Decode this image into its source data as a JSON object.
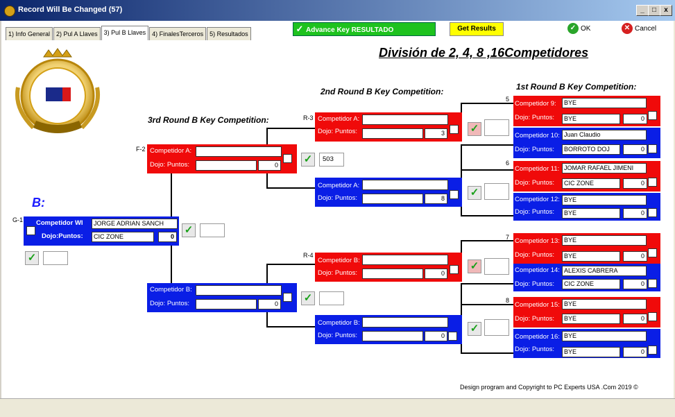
{
  "window": {
    "title": "Record Will Be Changed  (57)",
    "controls": [
      "_",
      "□",
      "x"
    ]
  },
  "tabs": [
    {
      "label": "1) Info General",
      "active": false
    },
    {
      "label": "2) Pul A Llaves",
      "active": false
    },
    {
      "label": "3) Pul B Llaves",
      "active": true
    },
    {
      "label": "4) FinalesTerceros",
      "active": false
    },
    {
      "label": "5) Resultados",
      "active": false
    }
  ],
  "toolbar": {
    "advance_label": "Advance Key RESULTADO",
    "get_results_label": "Get Results",
    "ok_label": "OK",
    "cancel_label": "Cancel"
  },
  "heading": "División de 2, 4, 8 ,16Competidores",
  "round_labels": {
    "third": "3rd Round B Key Competition:",
    "second": "2nd Round B Key Competition:",
    "first": "1st Round B Key Competition:"
  },
  "bracket_label": "B:",
  "labels": {
    "competidor_a": "Competidor A:",
    "competidor_b": "Competidor B:",
    "dojo_puntos": "Dojo: Puntos:",
    "dojo_puntos_alt": "Dojo:  Puntos:",
    "winner": "Competidor WI",
    "winner_dojo": "Dojo:Puntos:"
  },
  "markers": {
    "g1": "G-1",
    "f2": "F-2",
    "r3": "R-3",
    "r4": "R-4",
    "m5": "5",
    "m6": "6",
    "m7": "7",
    "m8": "8"
  },
  "final": {
    "winner_name": "JORGE ADRIAN SANCH",
    "winner_dojo": "CIC ZONE",
    "winner_points": "0",
    "f2_a_points": "0",
    "f2_b_points": "0",
    "f2_score": "503"
  },
  "second_round": {
    "r3_a_points": "3",
    "r3_b_points": "8",
    "r4_a_points": "0",
    "r4_b_points": "0"
  },
  "first_round": [
    {
      "label": "Competidor 9:",
      "name": "BYE",
      "dojo": "BYE",
      "points": "0",
      "color": "red"
    },
    {
      "label": "Competidor 10:",
      "name": "Juan Claudio",
      "dojo": "BORROTO DOJ",
      "points": "0",
      "color": "blue"
    },
    {
      "label": "Competidor 11:",
      "name": "JOMAR RAFAEL JIMENI",
      "dojo": "CIC ZONE",
      "points": "0",
      "color": "red"
    },
    {
      "label": "Competidor 12:",
      "name": "BYE",
      "dojo": "BYE",
      "points": "0",
      "color": "blue"
    },
    {
      "label": "Competidor 13:",
      "name": "BYE",
      "dojo": "BYE",
      "points": "0",
      "color": "red"
    },
    {
      "label": "Competidor 14:",
      "name": "ALEXIS CABRERA",
      "dojo": "CIC ZONE",
      "points": "0",
      "color": "blue"
    },
    {
      "label": "Competidor 15:",
      "name": "BYE",
      "dojo": "BYE",
      "points": "0",
      "color": "red"
    },
    {
      "label": "Competidor 16:",
      "name": "BYE",
      "dojo": "BYE",
      "points": "0",
      "color": "blue"
    }
  ],
  "copyright": "Design program and Copyright to PC Experts USA .Com 2019 ©",
  "colors": {
    "red": "#f00a0a",
    "blue": "#0a1ee6",
    "advance": "#1ec21e",
    "get_results": "#ffff00"
  }
}
